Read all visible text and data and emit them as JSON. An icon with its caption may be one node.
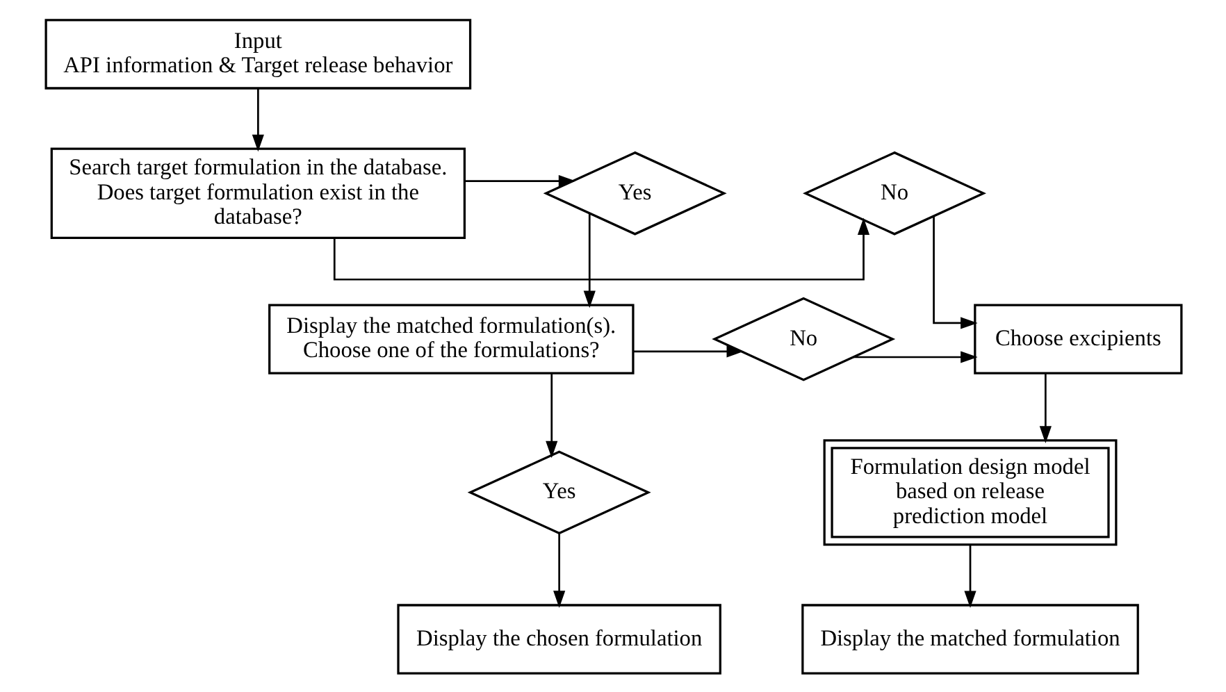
{
  "diagram": {
    "nodes": [
      {
        "text": [
          "Input",
          "API information & Target release behavior"
        ]
      },
      {
        "text": [
          "Search target formulation in the database. Does target formulation exist in the database?"
        ]
      },
      {
        "text": [
          "Yes"
        ]
      },
      {
        "text": [
          "No"
        ]
      },
      {
        "text": [
          "Display the matched formulation(s). Choose one of the formulations?"
        ]
      },
      {
        "text": [
          "No"
        ]
      },
      {
        "text": [
          "Choose excipients"
        ]
      },
      {
        "text": [
          "Yes"
        ]
      },
      {
        "text": [
          "Formulation design model based on release prediction model"
        ]
      },
      {
        "text": [
          "Display the chosen formulation"
        ]
      },
      {
        "text": [
          "Display the matched formulation"
        ]
      }
    ],
    "edges": [
      {
        "from": 0,
        "to": 1,
        "arrow": "to"
      },
      {
        "from": 1,
        "to": 2,
        "arrow": "to"
      },
      {
        "from": 1,
        "to": 3,
        "arrow": "to"
      },
      {
        "from": 2,
        "to": 4,
        "arrow": "to"
      },
      {
        "from": 3,
        "to": 6,
        "arrow": "to"
      },
      {
        "from": 4,
        "to": 5,
        "arrow": "to"
      },
      {
        "from": 5,
        "to": 6,
        "arrow": "to"
      },
      {
        "from": 4,
        "to": 7,
        "arrow": "to"
      },
      {
        "from": 6,
        "to": 8,
        "arrow": "to"
      },
      {
        "from": 7,
        "to": 9,
        "arrow": "to"
      },
      {
        "from": 8,
        "to": 10,
        "arrow": "to"
      }
    ]
  }
}
